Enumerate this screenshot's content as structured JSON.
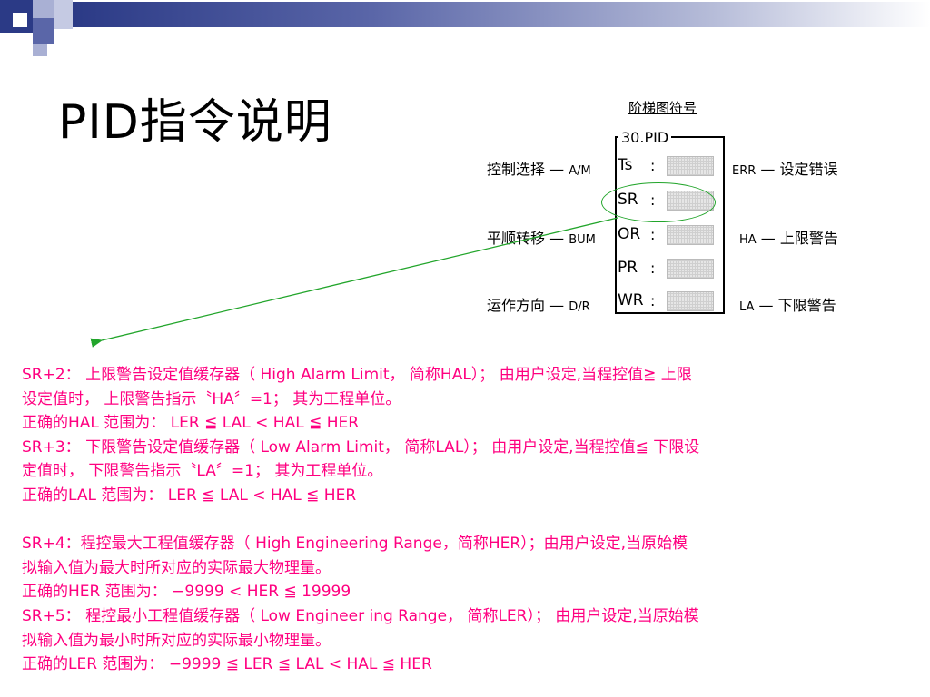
{
  "title": "PID指令说明",
  "ladder": {
    "header": "阶梯图符号",
    "instruction": "30.PID",
    "left_labels": [
      {
        "cn": "控制选择",
        "pin": "A/M"
      },
      {
        "cn": "平顺转移",
        "pin": "BUM"
      },
      {
        "cn": "运作方向",
        "pin": "D/R"
      }
    ],
    "operands": [
      "Ts",
      "SR",
      "OR",
      "PR",
      "WR"
    ],
    "colon": ":",
    "right_labels": [
      {
        "pin": "ERR",
        "cn": "设定错误"
      },
      {
        "pin": "HA",
        "cn": "上限警告"
      },
      {
        "pin": "LA",
        "cn": "下限警告"
      }
    ],
    "dash": "—",
    "highlight_color": "#22a52b"
  },
  "text_color": "#ff0080",
  "lines": [
    "SR+2： 上限警告设定值缓存器（ High Alarm Limit， 简称HAL）； 由用户设定,当程控值≧ 上限",
    "设定值时， 上限警告指示〝HA〞=1； 其为工程单位。",
    "正确的HAL 范围为： LER ≦ LAL < HAL ≦ HER",
    "SR+3： 下限警告设定值缓存器（ Low Alarm Limit， 简称LAL）； 由用户设定,当程控值≦ 下限设",
    "定值时， 下限警告指示〝LA〞=1； 其为工程单位。",
    "正确的LAL 范围为： LER ≦ LAL < HAL ≦ HER",
    " ",
    "SR+4：程控最大工程值缓存器（ High Engineering Range，简称HER）；由用户设定,当原始模",
    "拟输入值为最大时所对应的实际最大物理量。",
    "正确的HER 范围为： −9999 < HER ≦ 19999",
    "SR+5： 程控最小工程值缓存器（ Low Engineer ing Range， 简称LER）； 由用户设定,当原始模",
    "拟输入值为最小时所对应的实际最小物理量。",
    "正确的LER 范围为： −9999 ≦ LER ≦ LAL < HAL ≦ HER"
  ]
}
